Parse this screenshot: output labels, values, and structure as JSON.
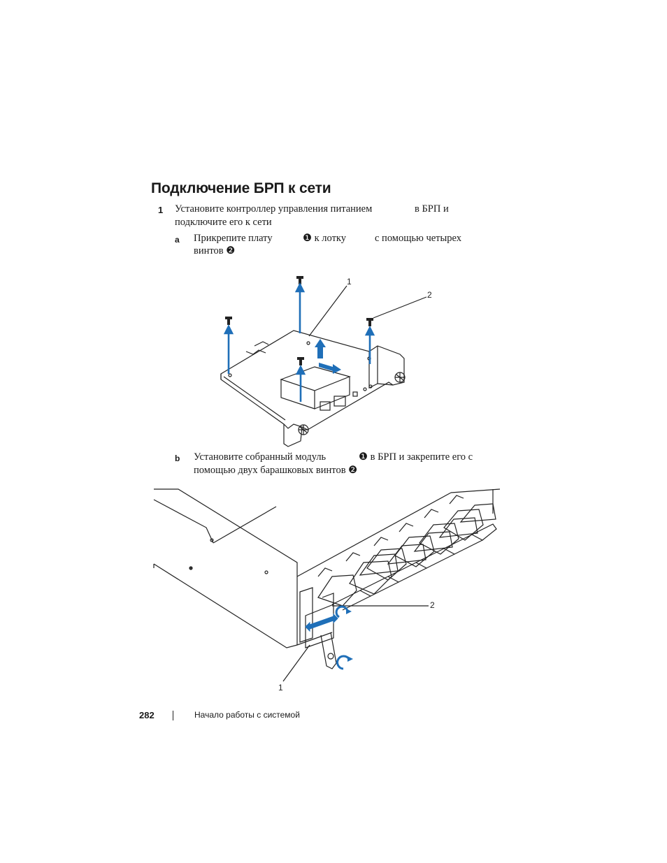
{
  "heading": "Подключение БРП к сети",
  "step1": {
    "number": "1",
    "line1_a": "Установите контроллер управления питанием",
    "line1_b": "в БРП и",
    "line2": "подключите его к сети"
  },
  "step_a": {
    "letter": "a",
    "line1_a": "Прикрепите плату",
    "line1_b": "❶ к лотку",
    "line1_c": "с помощью четырех",
    "line2": "винтов ❷"
  },
  "step_b": {
    "letter": "b",
    "line1_a": "Установите собранный модуль",
    "line1_b": "❶ в БРП и закрепите его с",
    "line2": "помощью двух барашковых винтов ❷"
  },
  "figure1": {
    "callout_1": "1",
    "callout_2": "2"
  },
  "figure2": {
    "callout_1": "1",
    "callout_2": "2"
  },
  "footer": {
    "page_number": "282",
    "section": "Начало работы с системой"
  },
  "colors": {
    "arrow": "#1f6fb8",
    "line": "#222222"
  }
}
